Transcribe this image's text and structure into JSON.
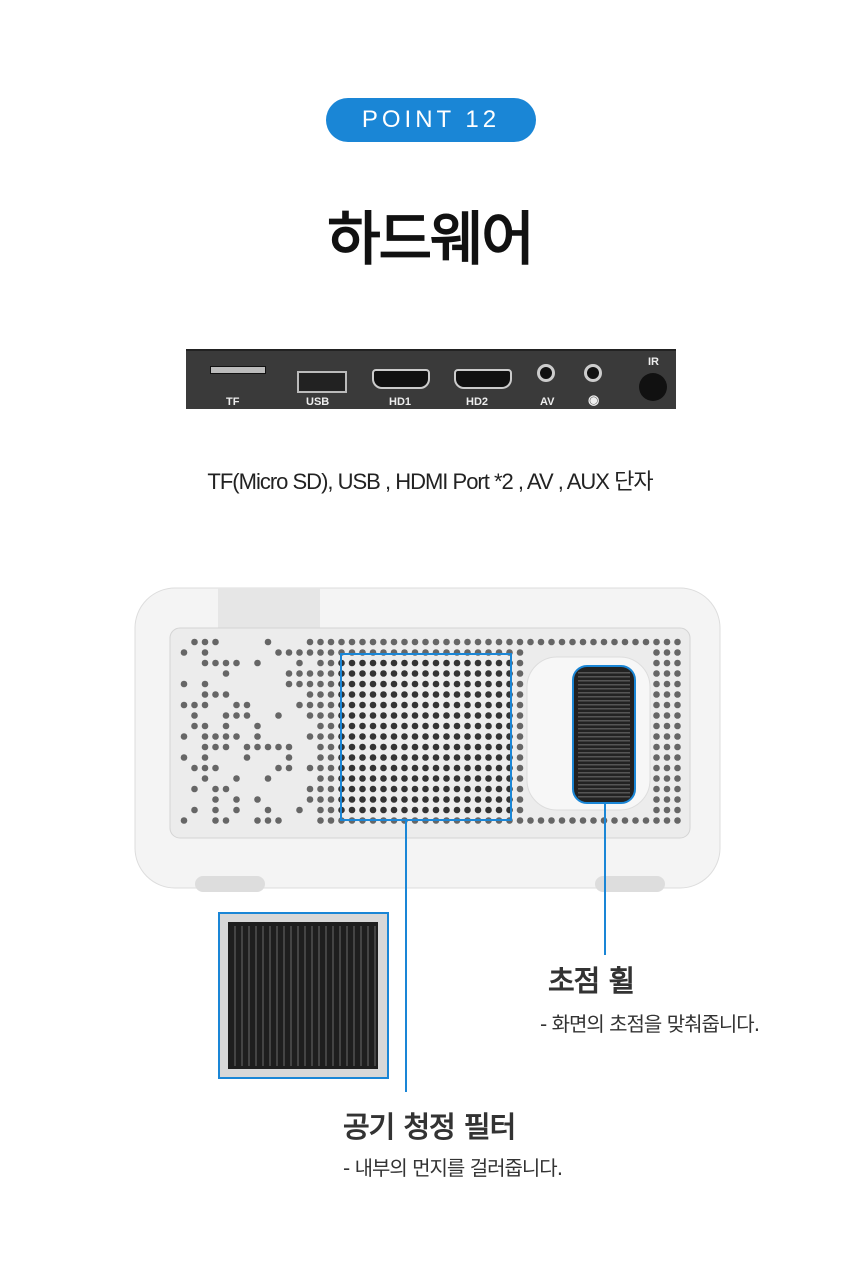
{
  "badge": "POINT 12",
  "title": "하드웨어",
  "ports": {
    "labels": [
      "TF",
      "USB",
      "HD1",
      "HD2",
      "AV",
      "IR"
    ],
    "headphone_icon": "headphone-icon"
  },
  "caption": "TF(Micro SD), USB , HDMI Port *2 , AV , AUX 단자",
  "callouts": {
    "focus_wheel": {
      "title": "초점 휠",
      "desc": "- 화면의 초점을 맞춰줍니다."
    },
    "air_filter": {
      "title": "공기 청정 필터",
      "desc": "-  내부의 먼지를 걸러줍니다."
    }
  },
  "colors": {
    "accent": "#1a86d6",
    "panel": "#3a3a3a"
  }
}
